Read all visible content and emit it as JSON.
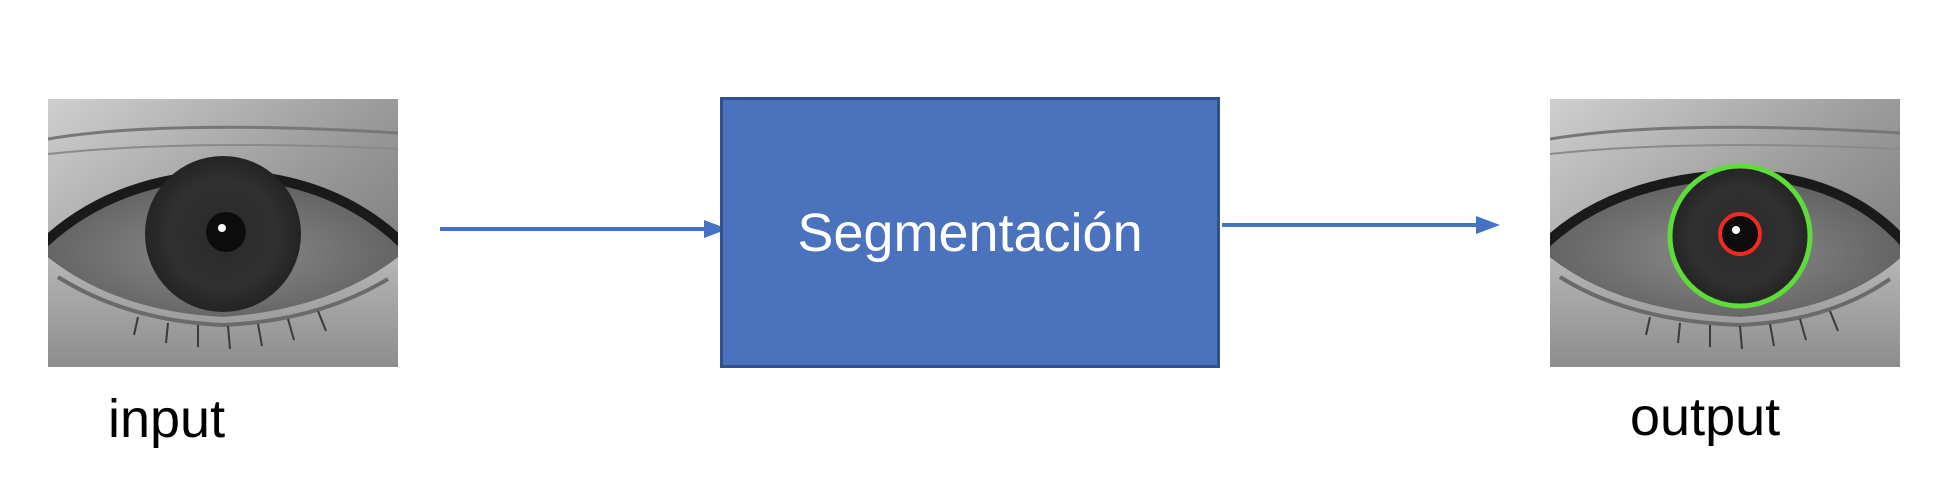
{
  "diagram": {
    "input_label": "input",
    "process_label": "Segmentación",
    "output_label": "output"
  },
  "colors": {
    "process_fill": "#4a72bd",
    "process_border": "#2f528f",
    "arrow": "#4472c4",
    "iris_circle": "#5ddc3a",
    "pupil_circle": "#f02a1e"
  },
  "icons": {
    "input_image": "eye-photo",
    "output_image": "eye-photo-segmented"
  }
}
